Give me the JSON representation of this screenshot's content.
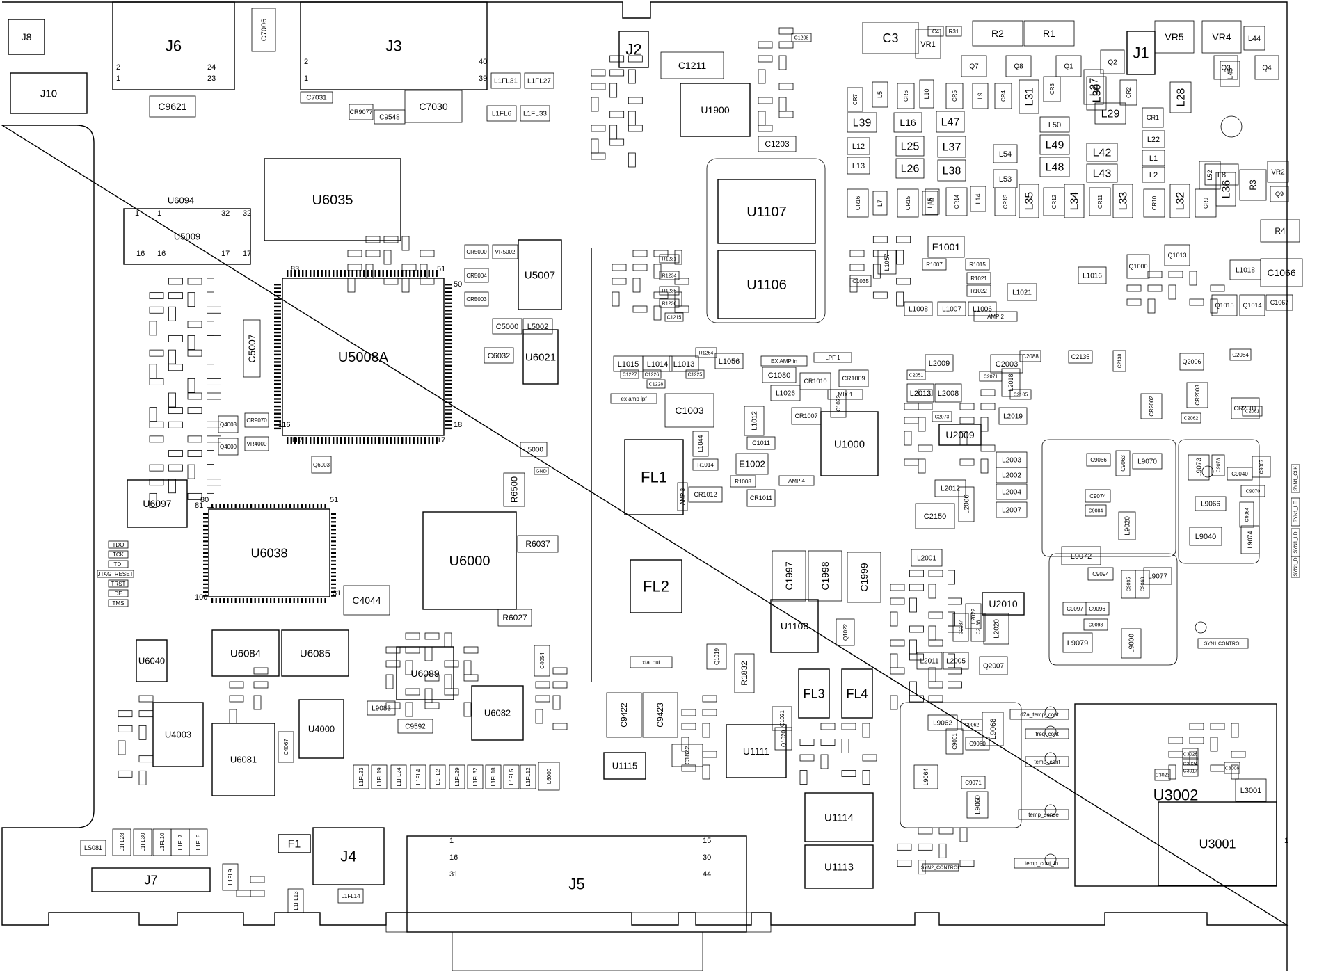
{
  "board": {
    "title": "",
    "stroke_color": "#000000",
    "background": "#ffffff"
  },
  "big_parts": [
    "J8",
    "J10",
    "J6",
    "J3",
    "J2",
    "J1",
    "J4",
    "J5",
    "J7",
    "U6094",
    "U5009",
    "U6035",
    "U5008A",
    "U5007",
    "U6021",
    "U6038",
    "U6000",
    "U6097",
    "U6040",
    "U6084",
    "U6085",
    "U6089",
    "U6082",
    "U4003",
    "U6081",
    "U4000",
    "U1900",
    "U1107",
    "U1106",
    "U1000",
    "U2009",
    "U2010",
    "U1108",
    "U1111",
    "U1115",
    "U1114",
    "U1113",
    "U3002",
    "U3001",
    "FL1",
    "FL2",
    "FL3",
    "FL4",
    "F1"
  ],
  "big_labels": {
    "J8": "J8",
    "J10": "J10",
    "J6": "J6",
    "J3": "J3",
    "J2": "J2",
    "J1": "J1",
    "J4": "J4",
    "J5": "J5",
    "J7": "J7",
    "U6094": "U6094",
    "U5009": "U5009",
    "U6035": "U6035",
    "U5008A": "U5008A",
    "U5007": "U5007",
    "U6021": "U6021",
    "U6038": "U6038",
    "U6000": "U6000",
    "U6097": "U6097",
    "U6040": "U6040",
    "U6084": "U6084",
    "U6085": "U6085",
    "U6089": "U6089",
    "U6082": "U6082",
    "U4003": "U4003",
    "U6081": "U6081",
    "U4000": "U4000",
    "U1900": "U1900",
    "U1107": "U1107",
    "U1106": "U1106",
    "U1000": "U1000",
    "U2009": "U2009",
    "U2010": "U2010",
    "U1108": "U1108",
    "U1111": "U1111",
    "U1115": "U1115",
    "U1114": "U1114",
    "U1113": "U1113",
    "U3002": "U3002",
    "U3001": "U3001",
    "FL1": "FL1",
    "FL2": "FL2",
    "FL3": "FL3",
    "FL4": "FL4",
    "F1": "F1"
  },
  "connector_pins": {
    "j6": [
      "2",
      "1",
      "24",
      "23"
    ],
    "j3": [
      "2",
      "1",
      "40",
      "39"
    ],
    "j5": [
      "1",
      "16",
      "31",
      "15",
      "30",
      "44"
    ],
    "u5009": [
      "1",
      "1",
      "32",
      "32",
      "16",
      "16",
      "17",
      "17"
    ],
    "u5008a": [
      "83",
      "51",
      "50",
      "18",
      "116",
      "117",
      "17"
    ],
    "u6038": [
      "80",
      "51",
      "81",
      "100",
      "31"
    ],
    "u3002_pin": "1"
  },
  "parts": [
    "C7006",
    "C9621",
    "C7031",
    "C7030",
    "C9548",
    "CR9077",
    "L1FL31",
    "L1FL27",
    "L1FL6",
    "L1FL33",
    "C1211",
    "C1203",
    "C3",
    "VR1",
    "R2",
    "R1",
    "VR5",
    "VR4",
    "L44",
    "C4",
    "R31",
    "L39",
    "L16",
    "L47",
    "L31",
    "L30",
    "L27",
    "L29",
    "L28",
    "L25",
    "L37",
    "L49",
    "L26",
    "L38",
    "L48",
    "L42",
    "L43",
    "L35",
    "L34",
    "L33",
    "L32",
    "L36",
    "L54",
    "L53",
    "L50",
    "L22",
    "L12",
    "L13",
    "L10",
    "L9",
    "L7",
    "CR7",
    "CR6",
    "CR5",
    "CR4",
    "CR3",
    "CR2",
    "CR1",
    "Q7",
    "Q8",
    "Q1",
    "Q2",
    "Q3",
    "Q4",
    "L45",
    "CR16",
    "CR15",
    "CR14",
    "CR13",
    "CR12",
    "CR11",
    "CR10",
    "CR9",
    "L5",
    "L6",
    "L14",
    "L15",
    "L1",
    "L2",
    "VR2",
    "R3",
    "R4",
    "L8",
    "Q9",
    "L52",
    "E1001",
    "L1057",
    "L1008",
    "L1007",
    "L1006",
    "L1021",
    "L1016",
    "L1018",
    "C1066",
    "C1067",
    "R1007",
    "R1015",
    "R1021",
    "R1022",
    "Q1000",
    "Q1013",
    "Q1014",
    "Q1015",
    "C1035",
    "AMP 2",
    "C2135",
    "Q2006",
    "CR2001",
    "CR2002",
    "CR2003",
    "C2088",
    "C2084",
    "C2003",
    "L2009",
    "L2013",
    "L2008",
    "L2018",
    "L2019",
    "C2051",
    "C2071",
    "C2105",
    "C2061",
    "C2062",
    "C2073",
    "L1015",
    "L1014",
    "L1013",
    "L1056",
    "CR1009",
    "CR1010",
    "C1072",
    "L1026",
    "C1080",
    "LPF 1",
    "EX AMP in",
    "MIX 1",
    "C1003",
    "L1012",
    "E1002",
    "CR1007",
    "CR1012",
    "R1014",
    "R1008",
    "C1011",
    "CR1011",
    "AMP 4",
    "ex amp lpf",
    "AMP 3",
    "L1044",
    "L2003",
    "L2002",
    "L2004",
    "L2007",
    "L2006",
    "L2012",
    "C2150",
    "C9066",
    "C9063",
    "L9070",
    "C9074",
    "C9084",
    "L9072",
    "L9020",
    "L9073",
    "C9078",
    "C9040",
    "C9067",
    "C9070",
    "L9066",
    "L9040",
    "L9074",
    "C9064",
    "C9094",
    "C9095",
    "C9068",
    "L9077",
    "C9097",
    "C9096",
    "C9098",
    "L9079",
    "L9000",
    "SYN1 CONTROL",
    "L2001",
    "L2011",
    "L2005",
    "Q2007",
    "L2020",
    "C2136",
    "C2137",
    "L2022",
    "C1997",
    "C1998",
    "C1999",
    "L9062",
    "C9061",
    "L9068",
    "C9062",
    "C9060",
    "C9071",
    "L9060",
    "L9064",
    "R1832",
    "Q1019",
    "Q1021",
    "Q1020",
    "Q1022",
    "C1822",
    "C9422",
    "C9423",
    "xtal out",
    "L3001",
    "C3023",
    "C3017",
    "C3026",
    "C3024",
    "C3008",
    "temp_cont",
    "freq_cont",
    "d2a_temp_cont",
    "temp_sense",
    "temp_cont_in",
    "C5007",
    "C5000",
    "L5002",
    "C6032",
    "L5000",
    "R6500",
    "R6037",
    "R6027",
    "C4044",
    "C9592",
    "L9083",
    "L1FL23",
    "L1FL19",
    "L1FL24",
    "L1FL4",
    "L1FL2",
    "L1FL29",
    "L1FL32",
    "L1FL18",
    "L1FL5",
    "L1FL12",
    "L6000",
    "LS081",
    "L1FL28",
    "L1FL30",
    "L1FL10",
    "L1FL7",
    "L1FL8",
    "L1FL9",
    "L1FL13",
    "L1FL14",
    "Q4003",
    "Q4000",
    "VR4000",
    "CR9070",
    "C4067",
    "C4054",
    "CR5000",
    "CR5003",
    "CR5004",
    "VR5002",
    "TDO",
    "TCK",
    "TDI",
    "JTAG_RESET",
    "TRST",
    "DE",
    "TMS",
    "GND",
    "Q6003",
    "C2138",
    "C1215",
    "C1226",
    "C1227",
    "C1228",
    "C1225",
    "R1254",
    "C1208",
    "R1231",
    "R1234",
    "R1235",
    "R1236",
    "SYN2_CONTROL",
    "SYN1_CLK",
    "SYN1_LE",
    "SYN1_LD",
    "SYN1_D"
  ]
}
